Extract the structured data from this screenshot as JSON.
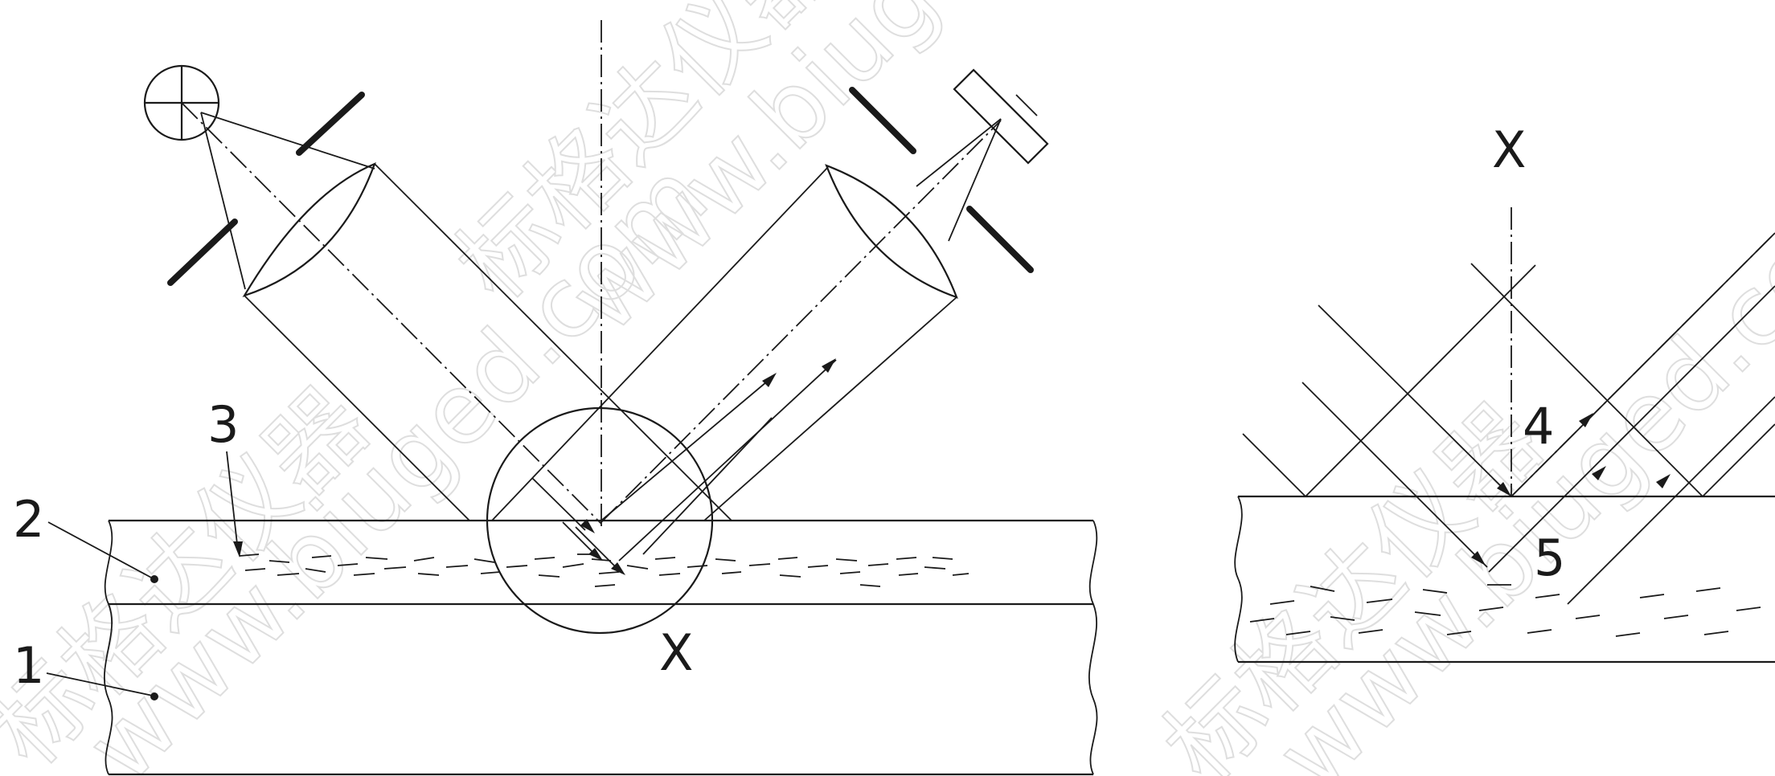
{
  "labels": {
    "one": "1",
    "two": "2",
    "three": "3",
    "four": "4",
    "five": "5",
    "x_circle": "X",
    "x_detail": "X"
  },
  "watermark": {
    "cn": "标格达仪器",
    "url": "www.biuged.com"
  },
  "colors": {
    "ink": "#1a1a1a",
    "watermark": "#d0d0d0"
  }
}
